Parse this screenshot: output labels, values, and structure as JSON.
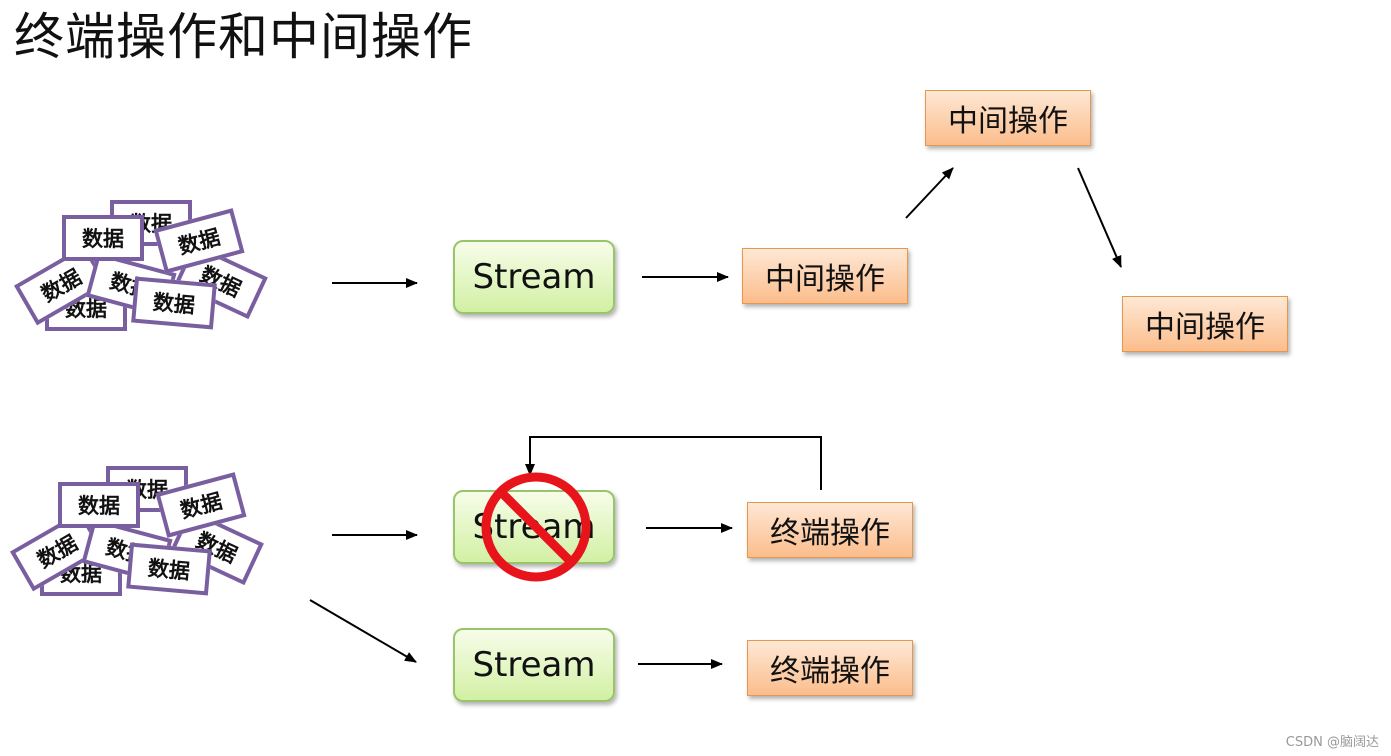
{
  "title": "终端操作和中间操作",
  "data_card_label": "数据",
  "top_row": {
    "stream_label": "Stream",
    "intermediate_ops": [
      "中间操作",
      "中间操作",
      "中间操作"
    ]
  },
  "middle_row": {
    "stream_label": "Stream",
    "terminal_op": "终端操作",
    "prohibited_icon": "no-entry-icon"
  },
  "bottom_row": {
    "stream_label": "Stream",
    "terminal_op": "终端操作"
  },
  "colors": {
    "card_border": "#7a5fa0",
    "stream_border": "#9ac46a",
    "stream_fill": "#d2f0a4",
    "op_border": "#e8964a",
    "op_fill": "#fbbd8c",
    "prohibit_red": "#e8141c"
  },
  "watermark": "CSDN @脑阔达"
}
